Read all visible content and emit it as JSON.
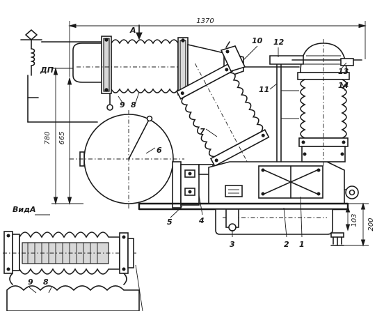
{
  "dimensions": {
    "width_total": "1370",
    "height_total": "780",
    "height_inner": "665",
    "height_base": "103",
    "height_foot": "200"
  },
  "labels": {
    "view_marker": "A",
    "view_caption": "ВидА",
    "coil": "ДП",
    "parts": [
      "1",
      "2",
      "3",
      "4",
      "5",
      "6",
      "7",
      "8",
      "9",
      "10",
      "11",
      "12",
      "13",
      "14"
    ],
    "inset_parts": [
      "9",
      "8"
    ]
  },
  "icons": {
    "arrow": "down-arrow-icon",
    "coil": "inductor-coil-icon",
    "diamond": "diamond-terminal-icon"
  }
}
